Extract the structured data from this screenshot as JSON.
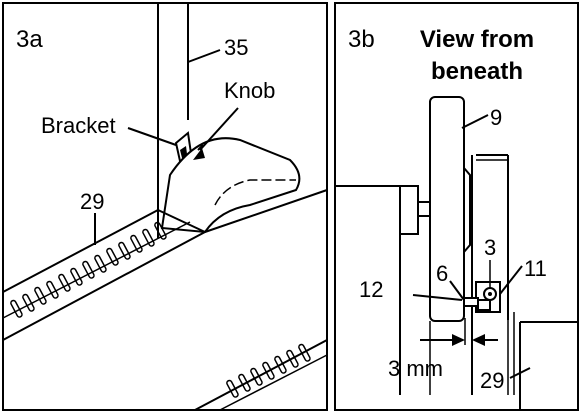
{
  "panel_a": {
    "id": "3a",
    "labels": {
      "part_35": "35",
      "knob": "Knob",
      "bracket": "Bracket",
      "part_29": "29"
    }
  },
  "panel_b": {
    "id": "3b",
    "title_line1": "View from",
    "title_line2": "beneath",
    "labels": {
      "part_9": "9",
      "part_3": "3",
      "part_6": "6",
      "part_11": "11",
      "part_12": "12",
      "dimension": "3 mm",
      "part_29": "29"
    }
  }
}
